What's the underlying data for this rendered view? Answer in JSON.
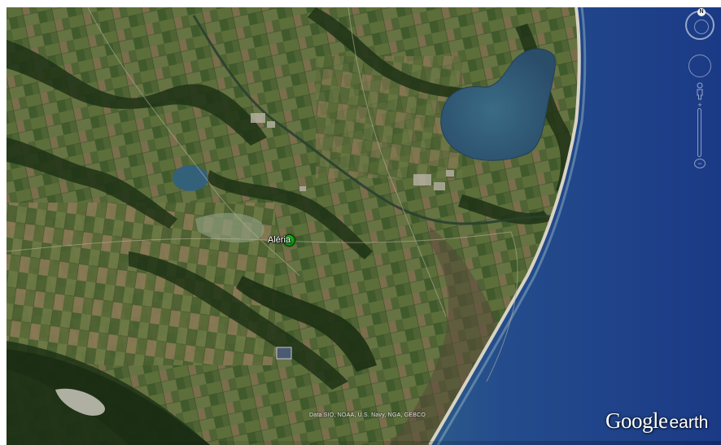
{
  "map": {
    "view": "satellite",
    "place_marker": {
      "label": "Aléria",
      "color": "#1fbf1f"
    },
    "attribution": "Data SIO, NOAA, U.S. Navy, NGA, GEBCO",
    "brand": {
      "name": "Google",
      "product": "earth"
    },
    "compass": {
      "north_label": "N"
    },
    "colors": {
      "sea": "#1e3f86",
      "lagoon": "#2a4f6a",
      "land": "#4a5c32",
      "beach": "#d8d4c4"
    }
  }
}
